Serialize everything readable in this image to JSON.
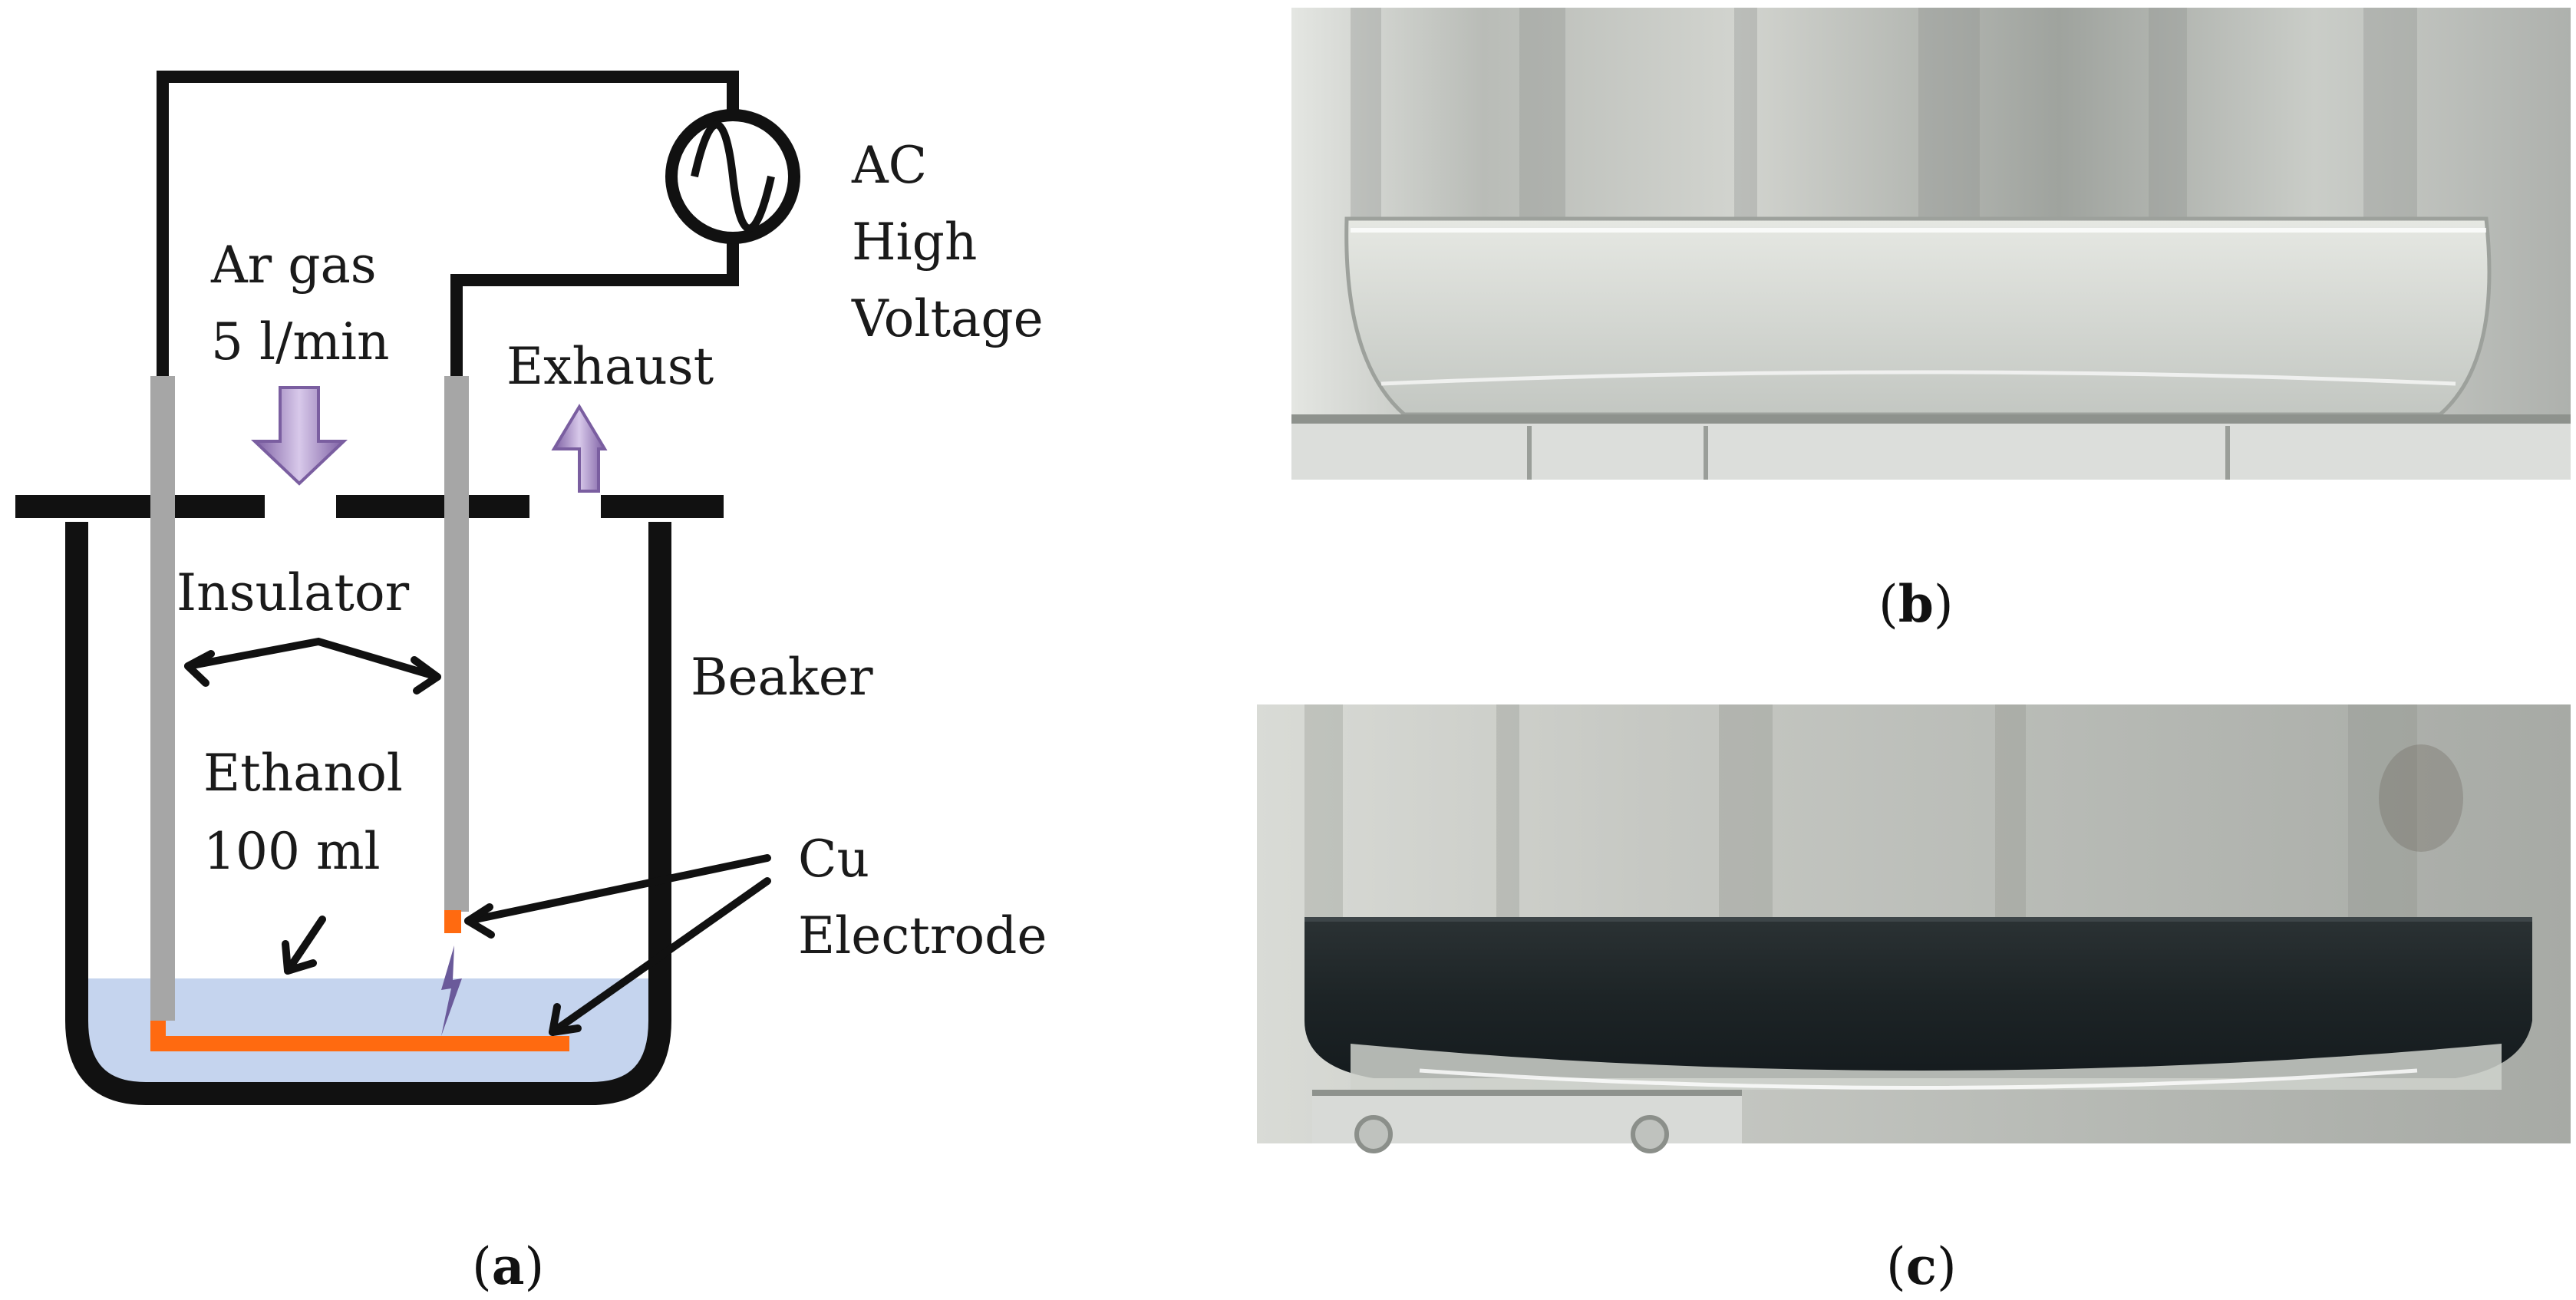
{
  "panel_a": {
    "caption_letter": "a",
    "source": {
      "line1": "AC",
      "line2": "High",
      "line3": "Voltage"
    },
    "gas": {
      "line1": "Ar gas",
      "line2": "5 l/min"
    },
    "exhaust": "Exhaust",
    "insulator": "Insulator",
    "beaker": "Beaker",
    "ethanol": {
      "line1": "Ethanol",
      "line2": "100 ml"
    },
    "electrode": {
      "line1": "Cu",
      "line2": "Electrode"
    }
  },
  "panel_b": {
    "caption_letter": "b"
  },
  "panel_c": {
    "caption_letter": "c"
  },
  "colors": {
    "wire": "#111111",
    "insulator_rod": "#a6a6a6",
    "copper": "#ff6a10",
    "ethanol": "#c5d4ee",
    "flow_arrow": "#9273b0",
    "spark": "#6a5a9a"
  }
}
